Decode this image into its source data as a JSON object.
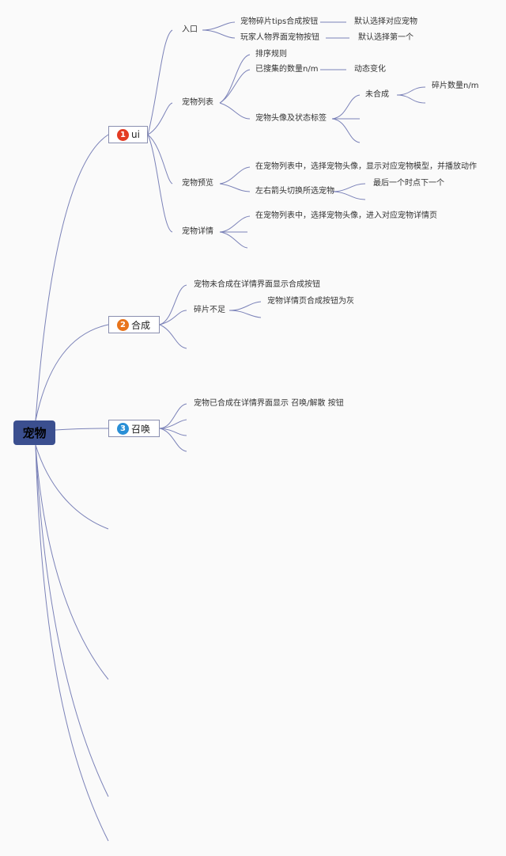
{
  "root": "宠物",
  "branches": [
    {
      "num": "1",
      "color": "#e33b23",
      "label": "ui"
    },
    {
      "num": "2",
      "color": "#e8741b",
      "label": "合成"
    },
    {
      "num": "3",
      "color": "#2a8fd6",
      "label": "召唤"
    }
  ],
  "ui": {
    "entry": "入口",
    "entry_a": "宠物碎片tips合成按钮",
    "entry_a_note": "默认选择对应宠物",
    "entry_b": "玩家人物界面宠物按钮",
    "entry_b_note": "默认选择第一个",
    "list": "宠物列表",
    "list_sort": "排序规则",
    "list_count": "已搜集的数量n/m",
    "list_count_note": "动态变化",
    "list_avatar": "宠物头像及状态标签",
    "list_avatar_state": "未合成",
    "list_avatar_state_note": "碎片数量n/m",
    "preview": "宠物预览",
    "preview_a": "在宠物列表中，选择宠物头像，显示对应宠物模型，并播放动作",
    "preview_b": "左右箭头切换所选宠物",
    "preview_b_note": "最后一个时点下一个",
    "detail": "宠物详情",
    "detail_a": "在宠物列表中，选择宠物头像，进入对应宠物详情页"
  },
  "compose": {
    "a": "宠物未合成在详情界面显示合成按钮",
    "b": "碎片不足",
    "b_note": "宠物详情页合成按钮为灰"
  },
  "summon": {
    "a": "宠物已合成在详情界面显示 召唤/解散 按钮"
  }
}
